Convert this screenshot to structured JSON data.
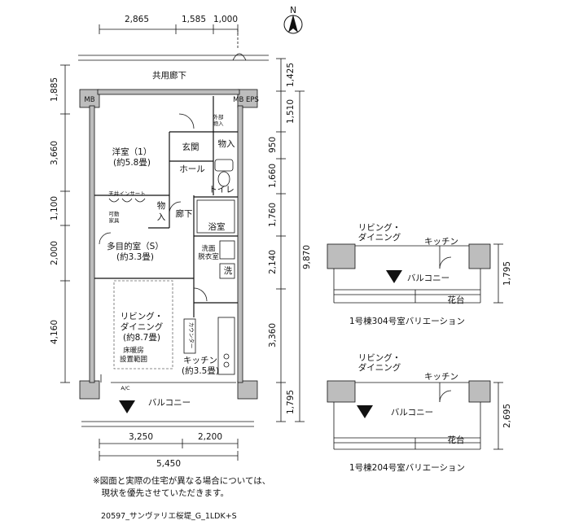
{
  "compass_label": "N",
  "dims": {
    "top": [
      "2,865",
      "1,585",
      "1,000"
    ],
    "left": [
      "1,885",
      "3,660",
      "1,100",
      "2,000",
      "4,160"
    ],
    "right_a": [
      "1,425",
      "1,510",
      "950",
      "1,660",
      "1,760",
      "2,140",
      "3,360",
      "1,795"
    ],
    "right_total": "9,870",
    "bottom": [
      "3,250",
      "2,200"
    ],
    "bottom_total": "5,450",
    "var304_height": "1,795",
    "var204_height": "2,695"
  },
  "main_plan": {
    "corridor": "共用廊下",
    "mb_left": "MB",
    "mb_right": "MB EPS",
    "outside_storage": [
      "外部",
      "物入"
    ],
    "western_room": "洋室（1）",
    "western_room_size": "(約5.8畳)",
    "entrance": "玄関",
    "storage_entry": "物入",
    "hall": "ホール",
    "toilet": "トイレ",
    "ceiling_insert": "天井インサート",
    "movable_storage": [
      "可動",
      "家具"
    ],
    "storage2": [
      "物",
      "入"
    ],
    "hallway": "廊下",
    "bathroom": "浴室",
    "washroom": [
      "洗面",
      "脱衣室"
    ],
    "washer": "洗",
    "multi_room": "多目的室（S）",
    "multi_room_size": "(約3.3畳)",
    "living": [
      "リビング・",
      "ダイニング"
    ],
    "living_size": "(約8.7畳)",
    "floor_heating": [
      "床暖房",
      "設置範囲"
    ],
    "counter": "カウンター",
    "kitchen": "キッチン",
    "kitchen_size": "(約3.5畳)",
    "balcony": "バルコニー",
    "ac": "A/C"
  },
  "var304": {
    "living": [
      "リビング・",
      "ダイニング"
    ],
    "kitchen": "キッチン",
    "balcony": "バルコニー",
    "planter": "花台",
    "caption": "1号棟304号室バリエーション"
  },
  "var204": {
    "living": [
      "リビング・",
      "ダイニング"
    ],
    "kitchen": "キッチン",
    "balcony": "バルコニー",
    "planter": "花台",
    "caption": "1号棟204号室バリエーション"
  },
  "note": "※図面と実際の住宅が異なる場合については、\n　現状を優先させていただきます。",
  "plan_code": "20597_サンヴァリエ桜堤_G_1LDK+S"
}
